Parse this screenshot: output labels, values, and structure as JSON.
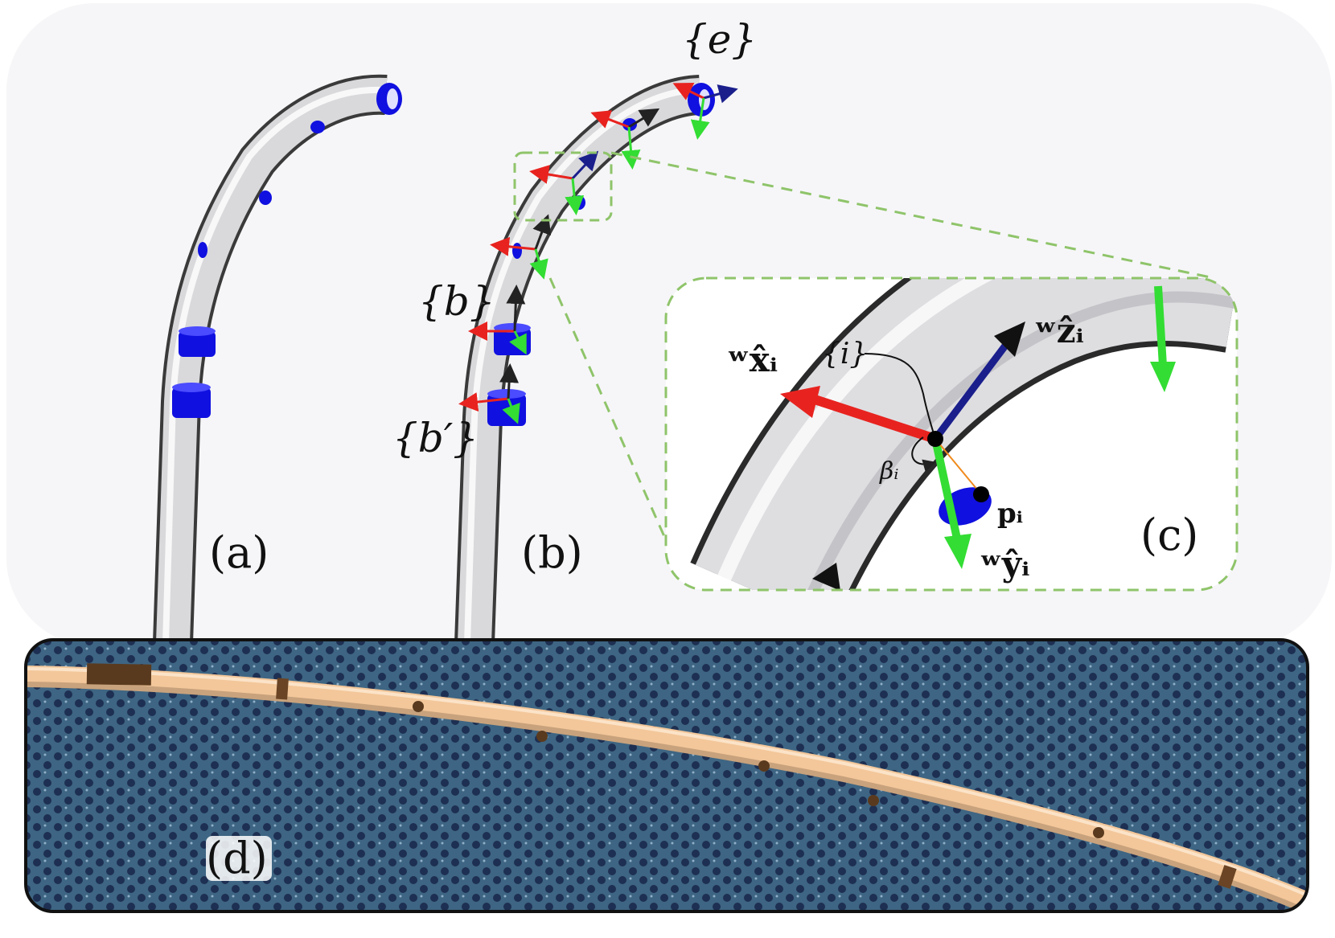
{
  "labels": {
    "a": "(a)",
    "b": "(b)",
    "c": "(c)",
    "d": "(d)"
  },
  "frames": {
    "e": "{e}",
    "b": "{b}",
    "b_prime": "{b′}",
    "i": "{i}"
  },
  "inset": {
    "x_axis": "ʷx̂ᵢ",
    "z_axis": "ʷẑᵢ",
    "y_axis": "ʷŷᵢ",
    "angle": "βᵢ",
    "point": "pᵢ"
  },
  "colors": {
    "tube": "#e4e4e6",
    "marker": "#1010e0",
    "x_axis": "#e8231f",
    "y_axis": "#33dd33",
    "z_axis": "#1b1f8c",
    "inset_border": "#8fc46a",
    "photo_bg": "#3b5f7c",
    "catheter": "#f3c79a"
  }
}
